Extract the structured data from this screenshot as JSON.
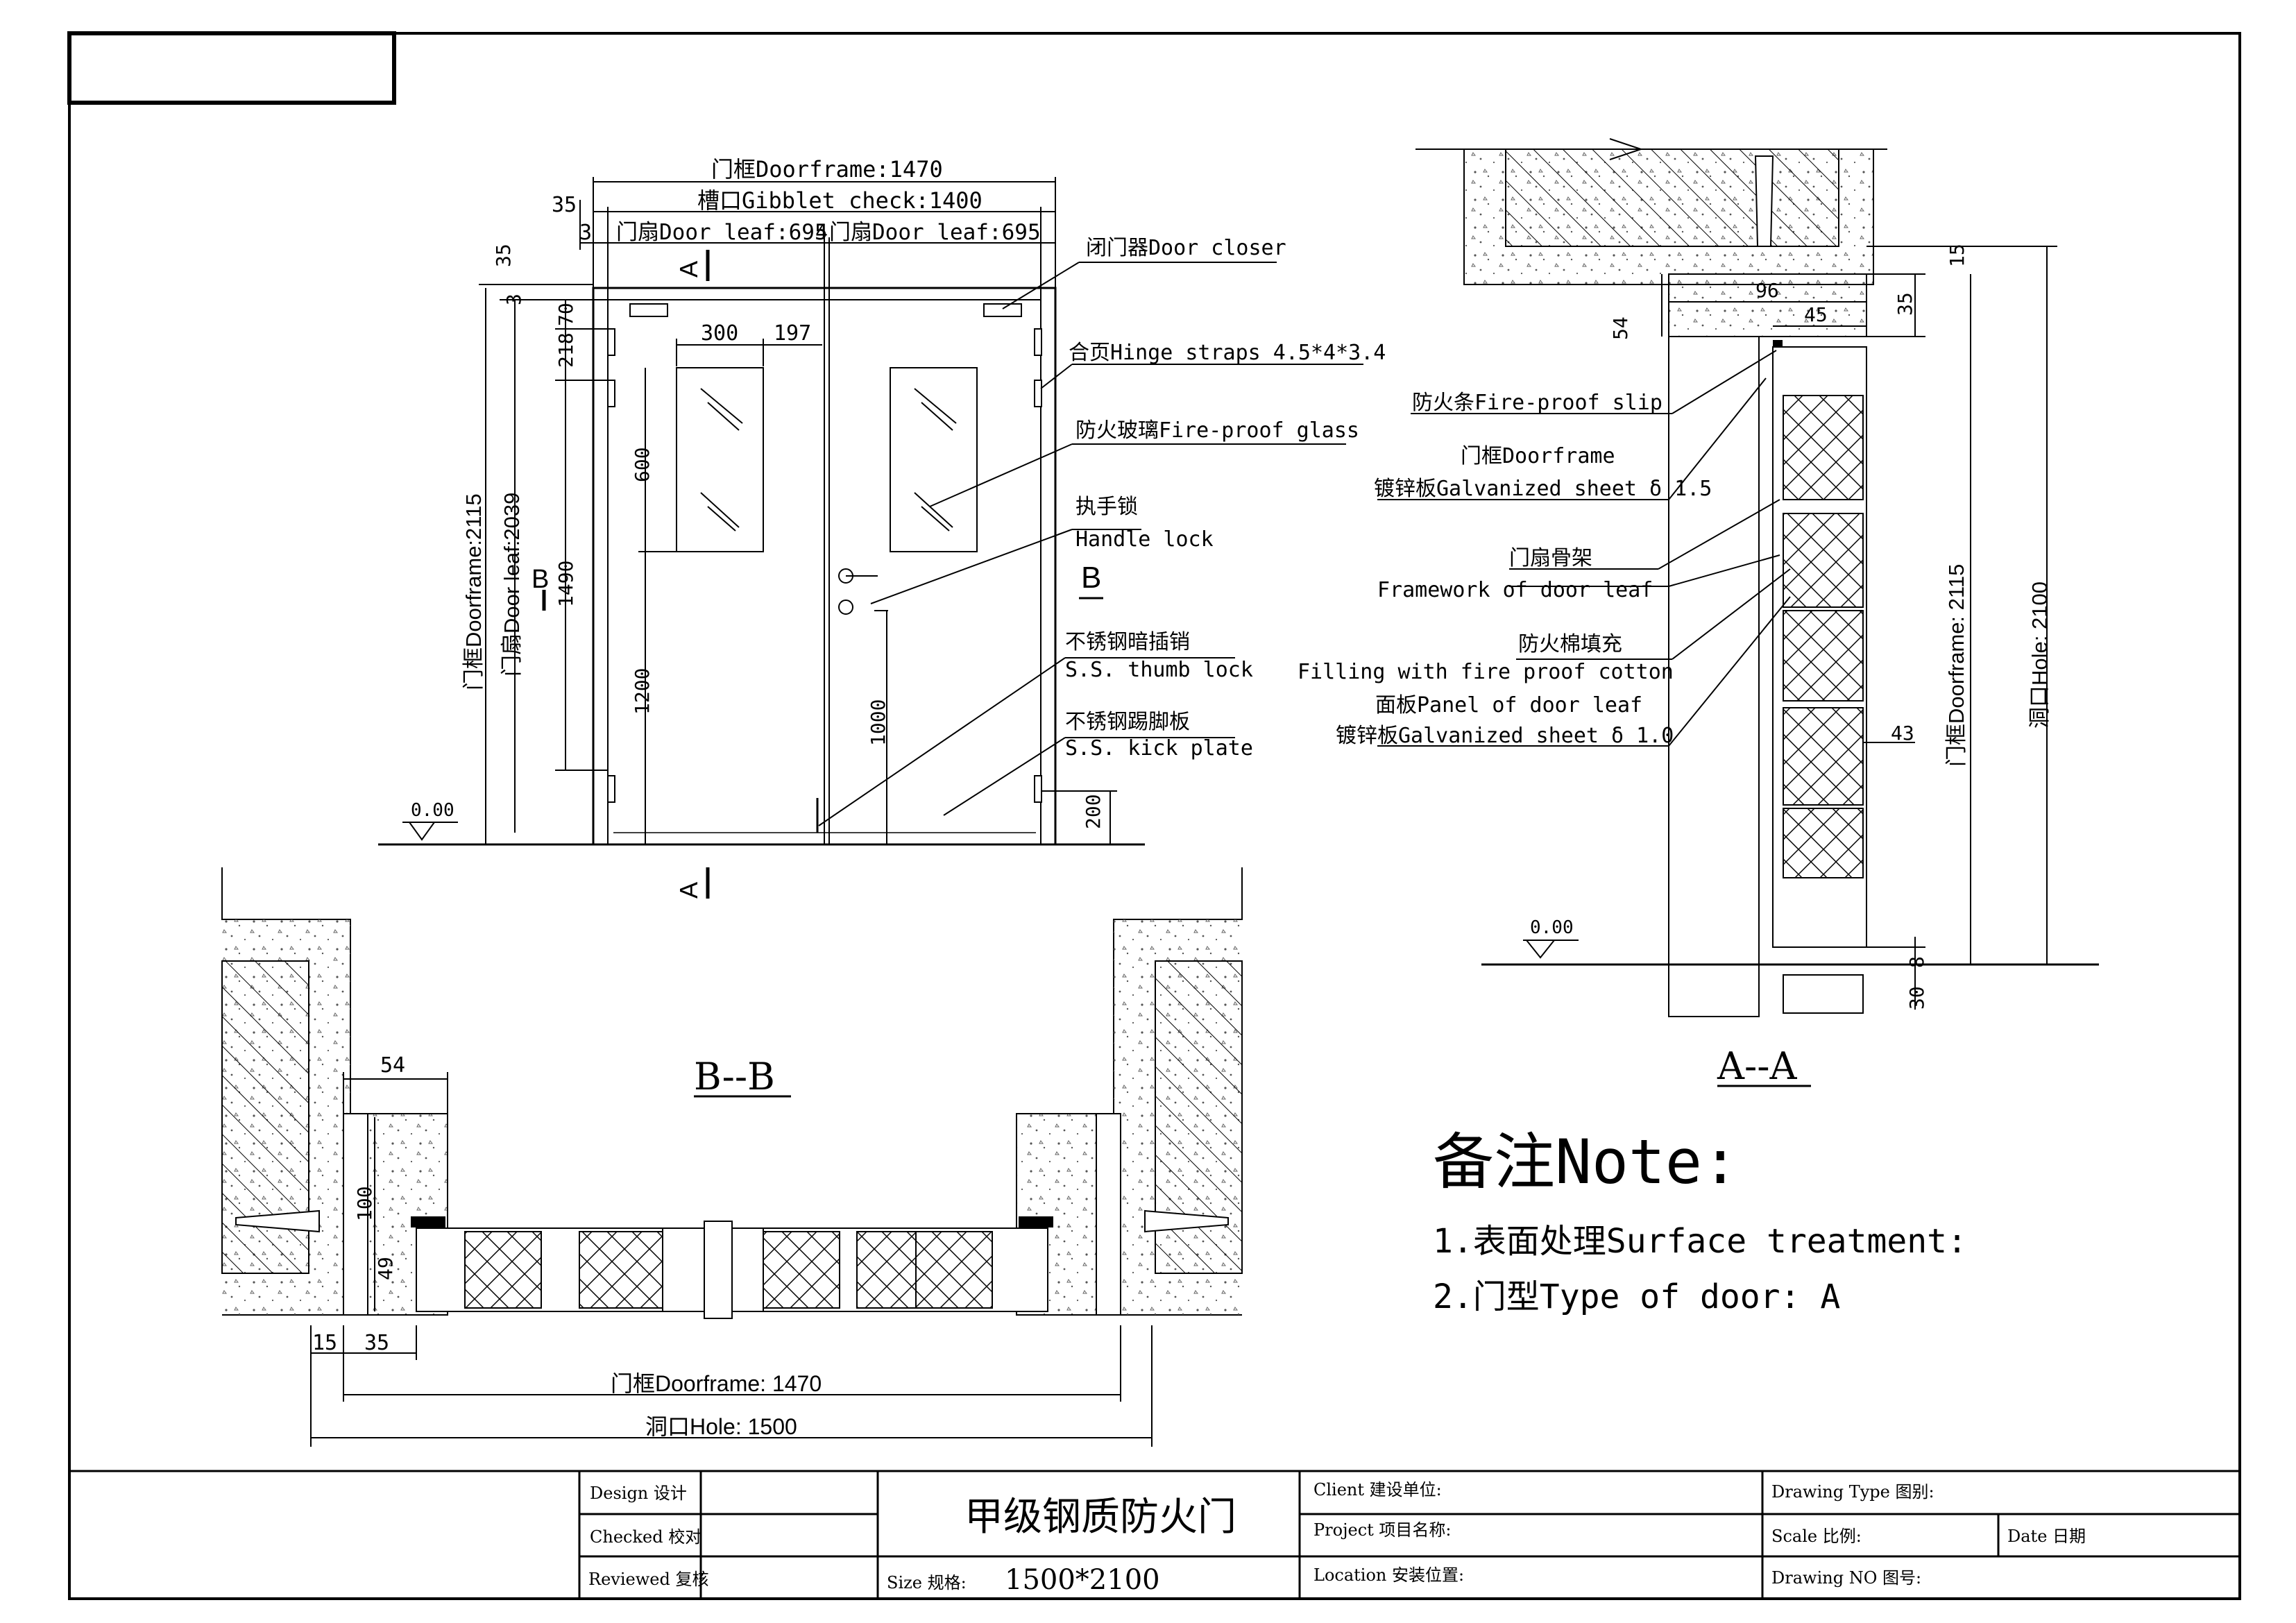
{
  "elevation": {
    "doorframe_width": "门框Doorframe:1470",
    "gibblet_check": "槽口Gibblet check:1400",
    "leaf_left": "门扇Door leaf:695",
    "leaf_right": "门扇Door leaf:695",
    "gap_3": "3",
    "gap_4": "4",
    "dim_35_top": "35",
    "dim_35_vertical": "35",
    "dim_3_vertical": "3",
    "height_doorframe": "门框Doorframe:2115",
    "height_leaf": "门扇Door leaf:2039",
    "dim_218": "218",
    "dim_70": "70",
    "dim_1490": "1490",
    "dim_300": "300",
    "dim_197": "197",
    "dim_600": "600",
    "dim_1200": "1200",
    "dim_1000": "1000",
    "dim_200": "200",
    "level": "0.00",
    "section_mark_a": "A",
    "section_mark_b": "B",
    "callouts": {
      "door_closer": "闭门器Door closer",
      "hinge_straps": "合页Hinge straps 4.5*4*3.4",
      "fire_glass": "防火玻璃Fire-proof glass",
      "handle_lock_cn": "执手锁",
      "handle_lock_en": "Handle lock",
      "thumb_lock_cn": "不锈钢暗插销",
      "thumb_lock_en": "S.S. thumb lock",
      "kick_plate_cn": "不锈钢踢脚板",
      "kick_plate_en": "S.S. kick plate"
    }
  },
  "section_aa": {
    "title": "A--A",
    "dim_96": "96",
    "dim_45": "45",
    "dim_35": "35",
    "dim_54": "54",
    "dim_15": "15",
    "dim_43": "43",
    "dim_8": "8",
    "dim_30": "30",
    "height_doorframe": "门框Doorframe: 2115",
    "height_hole": "洞口Hole: 2100",
    "level": "0.00",
    "callouts": {
      "fire_slip": "防火条Fire-proof slip",
      "doorframe": "门框Doorframe",
      "galv_15": "镀锌板Galvanized sheet δ 1.5",
      "framework_cn": "门扇骨架",
      "framework_en": "Framework of door leaf",
      "filling_cn": "防火棉填充",
      "filling_en": "Filling with fire proof cotton",
      "panel": "面板Panel of door leaf",
      "galv_10": "镀锌板Galvanized sheet δ 1.0"
    }
  },
  "section_bb": {
    "title": "B--B",
    "dim_54": "54",
    "dim_100": "100",
    "dim_49": "49",
    "dim_15": "15",
    "dim_35": "35",
    "doorframe": "门框Doorframe: 1470",
    "hole": "洞口Hole: 1500"
  },
  "notes": {
    "title": "备注Note:",
    "items": [
      "1.表面处理Surface treatment:",
      "2.门型Type of door:  A"
    ]
  },
  "title_block": {
    "design": "Design  设计",
    "checked": "Checked  校对",
    "reviewed": "Reviewed 复核",
    "project_title": "甲级钢质防火门",
    "size_label": "Size 规格:",
    "size_value": "1500*2100",
    "client": "Client   建设单位:",
    "project": "Project  项目名称:",
    "location": "Location 安装位置:",
    "drawing_type": "Drawing Type 图别:",
    "scale": "Scale  比例:",
    "date": "Date  日期",
    "drawing_no": "Drawing  NO 图号:"
  }
}
